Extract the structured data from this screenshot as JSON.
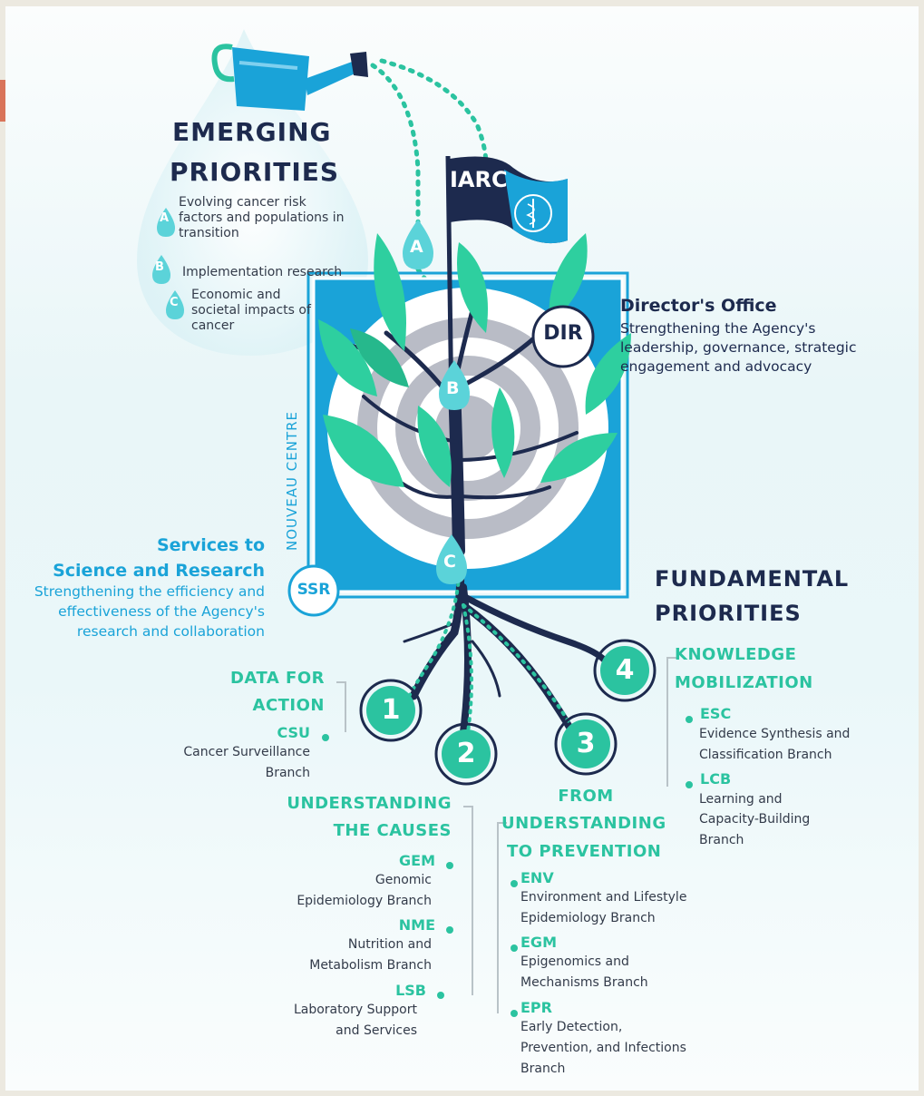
{
  "emerging": {
    "title_line1": "EMERGING",
    "title_line2": "PRIORITIES",
    "items": [
      {
        "badge": "A",
        "text": "Evolving cancer risk factors and populations in transition"
      },
      {
        "badge": "B",
        "text": "Implementation research"
      },
      {
        "badge": "C",
        "text": "Economic and societal impacts of cancer"
      }
    ]
  },
  "flag": {
    "label": "IARC",
    "emblem": "who-emblem-icon"
  },
  "drops": [
    "A",
    "B",
    "C"
  ],
  "centre_label": "NOUVEAU CENTRE",
  "director": {
    "badge": "DIR",
    "title": "Director's Office",
    "desc_line1": "Strengthening the Agency's",
    "desc_line2": "leadership, governance, strategic",
    "desc_line3": "engagement and advocacy"
  },
  "ssr": {
    "badge": "SSR",
    "title_line1": "Services to",
    "title_line2": "Science and Research",
    "desc_line1": "Strengthening the efficiency and",
    "desc_line2": "effectiveness of the Agency's",
    "desc_line3": "research and collaboration"
  },
  "fundamental": {
    "title_line1": "FUNDAMENTAL",
    "title_line2": "PRIORITIES"
  },
  "roots": [
    "1",
    "2",
    "3",
    "4"
  ],
  "branches": {
    "data_for_action": {
      "title_line1": "DATA FOR",
      "title_line2": "ACTION",
      "units": [
        {
          "code": "CSU",
          "name_line1": "Cancer Surveillance",
          "name_line2": "Branch"
        }
      ]
    },
    "understanding_causes": {
      "title_line1": "UNDERSTANDING",
      "title_line2": "THE CAUSES",
      "units": [
        {
          "code": "GEM",
          "name_line1": "Genomic",
          "name_line2": "Epidemiology Branch"
        },
        {
          "code": "NME",
          "name_line1": "Nutrition and",
          "name_line2": "Metabolism Branch"
        },
        {
          "code": "LSB",
          "name_line1": "Laboratory Support",
          "name_line2": "and Services"
        }
      ]
    },
    "to_prevention": {
      "title_line1": "FROM",
      "title_line2": "UNDERSTANDING",
      "title_line3": "TO PREVENTION",
      "units": [
        {
          "code": "ENV",
          "name_line1": "Environment and Lifestyle",
          "name_line2": "Epidemiology Branch"
        },
        {
          "code": "EGM",
          "name_line1": "Epigenomics and",
          "name_line2": "Mechanisms Branch"
        },
        {
          "code": "EPR",
          "name_line1": "Early Detection,",
          "name_line2": "Prevention, and Infections",
          "name_line3": "Branch"
        }
      ]
    },
    "knowledge": {
      "title_line1": "KNOWLEDGE",
      "title_line2": "MOBILIZATION",
      "units": [
        {
          "code": "ESC",
          "name_line1": "Evidence Synthesis and",
          "name_line2": "Classification Branch"
        },
        {
          "code": "LCB",
          "name_line1": "Learning and",
          "name_line2": "Capacity-Building",
          "name_line3": "Branch"
        }
      ]
    }
  },
  "colors": {
    "navy": "#1d2a4e",
    "blue": "#1aa3d8",
    "green": "#2bc3a0",
    "leaf": "#2ecf9f",
    "drop": "#5bd3d9"
  }
}
